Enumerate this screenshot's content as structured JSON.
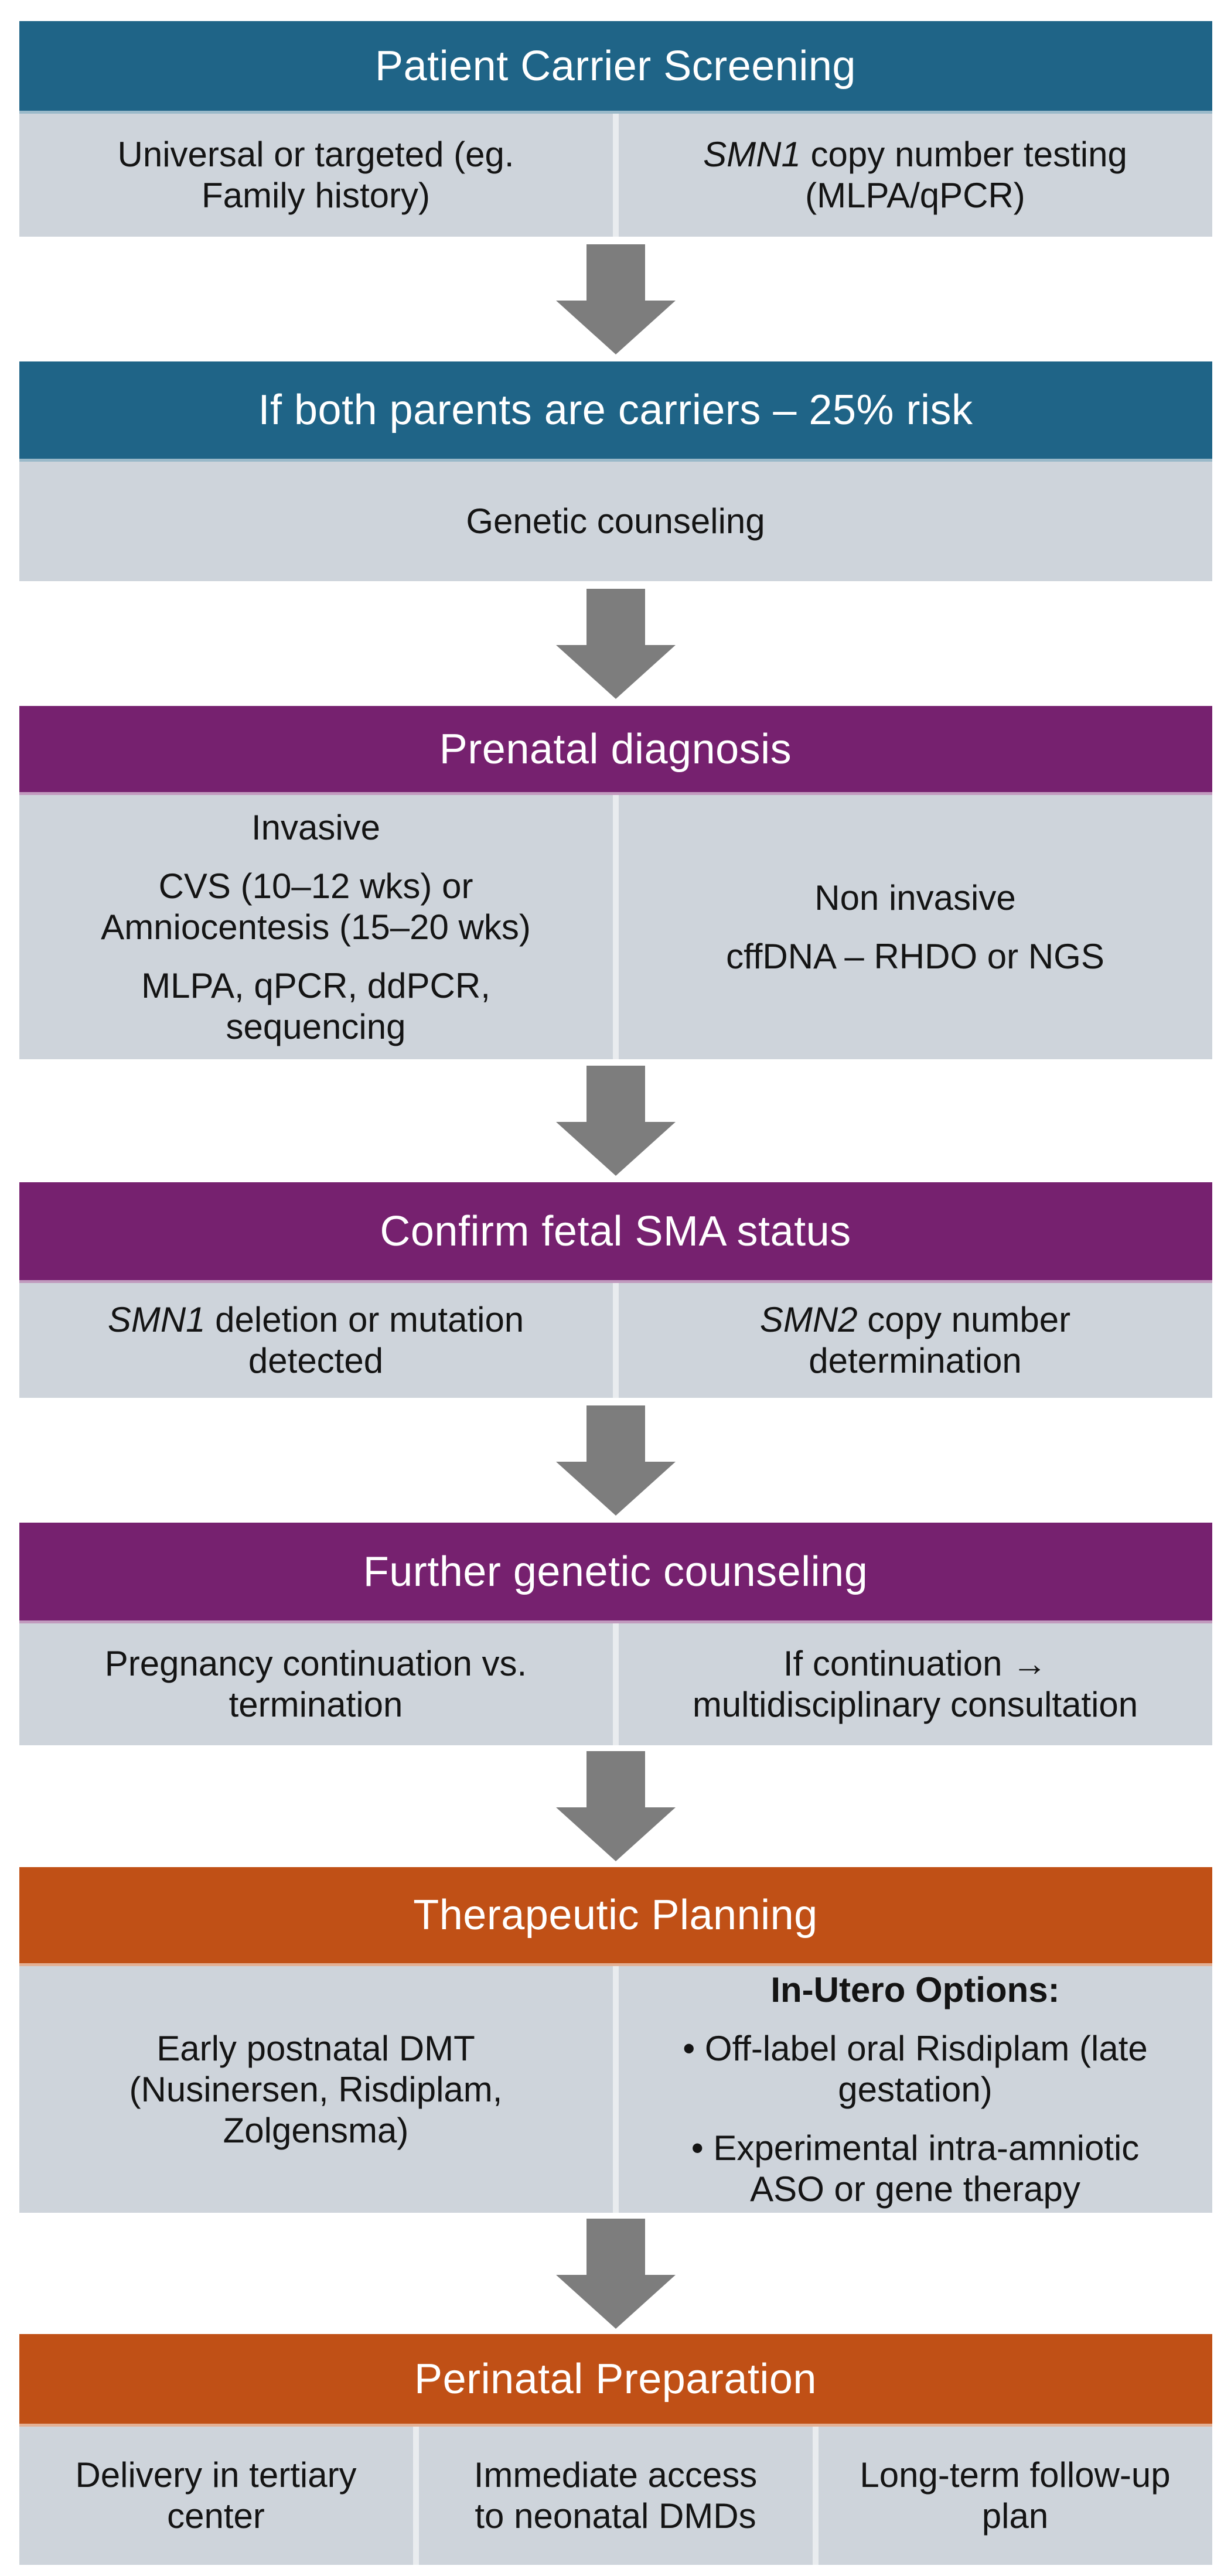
{
  "colors": {
    "teal_header": "#1F6487",
    "purple_header": "#76216F",
    "orange_header": "#C05016",
    "cell_background": "#CED4DB",
    "arrow_gray": "#7D7D7D",
    "header_text": "#FFFFFF",
    "body_text": "#141414"
  },
  "blocks": [
    {
      "header": "Patient Carrier Screening",
      "theme": "teal",
      "cols": [
        {
          "ps": [
            {
              "t": "Universal or targeted (eg.\nFamily history)"
            }
          ]
        },
        {
          "ps": [
            {
              "i": "SMN1",
              "t": " copy number testing\n(MLPA/qPCR)"
            }
          ]
        }
      ]
    },
    {
      "header": "If both parents are carriers – 25% risk",
      "theme": "teal",
      "cols": [
        {
          "ps": [
            {
              "t": "Genetic counseling"
            }
          ]
        }
      ]
    },
    {
      "header": "Prenatal diagnosis",
      "theme": "purple",
      "cols": [
        {
          "ps": [
            {
              "t": "Invasive"
            },
            {
              "t": "CVS (10–12 wks) or\nAmniocentesis (15–20 wks)"
            },
            {
              "t": "MLPA, qPCR, ddPCR,\nsequencing"
            }
          ]
        },
        {
          "ps": [
            {
              "t": "Non invasive"
            },
            {
              "t": "cffDNA – RHDO or NGS"
            }
          ]
        }
      ]
    },
    {
      "header": "Confirm fetal SMA status",
      "theme": "purple",
      "cols": [
        {
          "ps": [
            {
              "i": "SMN1",
              "t": " deletion or mutation\ndetected"
            }
          ]
        },
        {
          "ps": [
            {
              "i": "SMN2",
              "t": " copy number\ndetermination"
            }
          ]
        }
      ]
    },
    {
      "header": "Further genetic counseling",
      "theme": "purple",
      "cols": [
        {
          "ps": [
            {
              "t": "Pregnancy continuation vs.\ntermination"
            }
          ]
        },
        {
          "ps": [
            {
              "t": "If continuation →\nmultidisciplinary consultation"
            }
          ]
        }
      ]
    },
    {
      "header": "Therapeutic Planning",
      "theme": "orange",
      "cols": [
        {
          "ps": [
            {
              "t": "Early postnatal DMT\n(Nusinersen, Risdiplam,\nZolgensma)"
            }
          ]
        },
        {
          "ps": [
            {
              "b": "In-Utero Options:"
            },
            {
              "t": "• Off-label oral Risdiplam (late\ngestation)"
            },
            {
              "t": "• Experimental intra-amniotic\nASO or gene therapy"
            }
          ]
        }
      ]
    },
    {
      "header": "Perinatal Preparation",
      "theme": "orange",
      "cols": [
        {
          "ps": [
            {
              "t": "Delivery in tertiary\ncenter"
            }
          ]
        },
        {
          "ps": [
            {
              "t": "Immediate access\nto neonatal DMDs"
            }
          ]
        },
        {
          "ps": [
            {
              "t": "Long-term follow-up\nplan"
            }
          ]
        }
      ]
    }
  ]
}
